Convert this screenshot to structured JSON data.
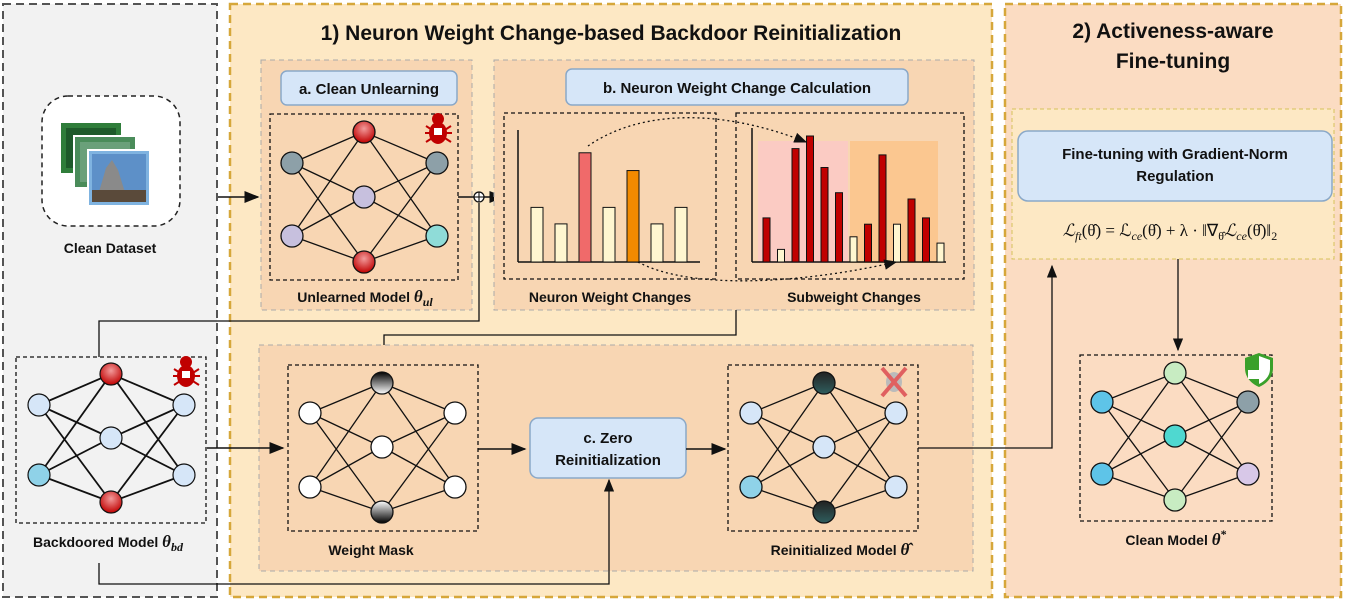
{
  "section1": {
    "title": "1) Neuron Weight Change-based Backdoor Reinitialization"
  },
  "section2": {
    "title_line1": "2) Activeness-aware",
    "title_line2": "Fine-tuning"
  },
  "dataset": {
    "label": "Clean Dataset"
  },
  "unlearning": {
    "title": "a. Clean Unlearning",
    "model_label": "Unlearned Model ",
    "model_symbol": "θ",
    "model_sub": "ul"
  },
  "calc": {
    "title": "b. Neuron Weight Change Calculation",
    "left_label": "Neuron Weight Changes",
    "right_label": "Subweight Changes"
  },
  "backdoored": {
    "label": "Backdoored Model ",
    "symbol": "θ",
    "sub": "bd"
  },
  "mask": {
    "label": "Weight Mask"
  },
  "zero_reinit": {
    "line1": "c. Zero",
    "line2": "Reinitialization"
  },
  "reinit": {
    "label": "Reinitialized Model ",
    "symbol": "θ̂"
  },
  "finetune": {
    "box_line1": "Fine-tuning with Gradient-Norm",
    "box_line2": "Regulation",
    "formula_lhs": "ℒ",
    "formula_lhs_sub": "ft",
    "formula_mid": "(θ̂) = ℒ",
    "formula_ce_sub": "ce",
    "formula_rest1": "(θ̂) + λ · ‖∇",
    "formula_grad_sub": "θ̂",
    "formula_rest2": "ℒ",
    "formula_ce_sub2": "ce",
    "formula_rest3": "(θ̂)‖",
    "formula_norm_sub": "2"
  },
  "clean": {
    "label": "Clean Model ",
    "symbol": "θ",
    "sup": "*"
  },
  "colors": {
    "section_bg": "#fde8c4",
    "section_border": "#d6a73a",
    "panel_bg": "#f8d6b3",
    "box_blue": "#d6e6f8",
    "red": "#c00000",
    "orange": "#f28a00"
  },
  "chart_data": [
    {
      "type": "bar",
      "title": "Neuron Weight Changes",
      "values": [
        0.43,
        0.3,
        0.86,
        0.43,
        0.72,
        0.3,
        0.43
      ],
      "highlight": [
        2,
        4
      ]
    },
    {
      "type": "bar",
      "title": "Subweight Changes",
      "values": [
        0.35,
        0.1,
        0.9,
        1.0,
        0.75,
        0.55,
        0.2,
        0.3,
        0.85,
        0.3,
        0.5,
        0.35,
        0.15
      ]
    }
  ]
}
